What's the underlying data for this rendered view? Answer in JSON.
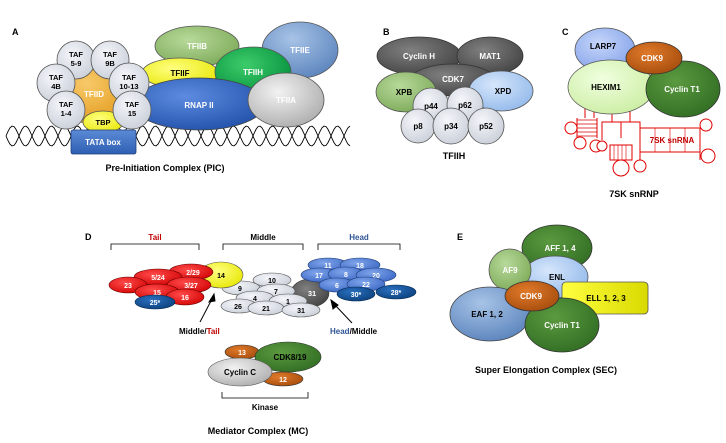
{
  "colors": {
    "red_label": "#c00000",
    "blue_label": "#2f5597",
    "rna_red": "#e00000"
  },
  "panels": {
    "a": {
      "letter": "A",
      "caption": "Pre-Initiation Complex (PIC)",
      "taf59_a": "TAF",
      "taf59_b": "5-9",
      "taf9b_a": "TAF",
      "taf9b_b": "9B",
      "taf4b_a": "TAF",
      "taf4b_b": "4B",
      "taf1013_a": "TAF",
      "taf1013_b": "10-13",
      "taf14_a": "TAF",
      "taf14_b": "1-4",
      "taf15_a": "TAF",
      "taf15_b": "15",
      "tfiid": "TFIID",
      "tbp": "TBP",
      "tata": "TATA box",
      "tfiib": "TFIIB",
      "tfiif": "TFIIF",
      "tfiih": "TFIIH",
      "tfiie": "TFIIE",
      "rnap": "RNAP II",
      "tfiia": "TFIIA"
    },
    "b": {
      "letter": "B",
      "caption": "TFIIH",
      "cyclinh": "Cyclin H",
      "mat1": "MAT1",
      "cdk7": "CDK7",
      "xpb": "XPB",
      "xpd": "XPD",
      "p44": "p44",
      "p62": "p62",
      "p8": "p8",
      "p34": "p34",
      "p52": "p52"
    },
    "c": {
      "letter": "C",
      "caption": "7SK snRNP",
      "larp7": "LARP7",
      "cdk9": "CDK9",
      "hexim1": "HEXIM1",
      "cyclint1": "Cyclin T1",
      "rna": "7SK snRNA"
    },
    "d": {
      "letter": "D",
      "caption": "Mediator Complex (MC)",
      "tail": "Tail",
      "middle": "Middle",
      "head": "Head",
      "middle_tail_a": "Middle/",
      "middle_tail_b": "Tail",
      "head_middle_a": "Head",
      "head_middle_b": "/Middle",
      "kinase": "Kinase",
      "tail_subunits": [
        "2/29",
        "5/24",
        "3/27",
        "23",
        "15",
        "16",
        "25*"
      ],
      "s14": "14",
      "middle_subunits": [
        "10",
        "9",
        "7",
        "4",
        "1",
        "26",
        "21",
        "31"
      ],
      "s31dark": "31",
      "head_subunits": [
        "11",
        "18",
        "17",
        "8",
        "20",
        "6",
        "22",
        "30*",
        "28*"
      ],
      "s13": "13",
      "cdk819": "CDK8/19",
      "cyclinc": "Cyclin C",
      "s12": "12"
    },
    "e": {
      "letter": "E",
      "caption": "Super Elongation Complex (SEC)",
      "aff": "AFF 1, 4",
      "af9": "AF9",
      "enl": "ENL",
      "eaf": "EAF 1, 2",
      "cdk9": "CDK9",
      "ell": "ELL 1, 2, 3",
      "cyclint1": "Cyclin T1"
    }
  }
}
